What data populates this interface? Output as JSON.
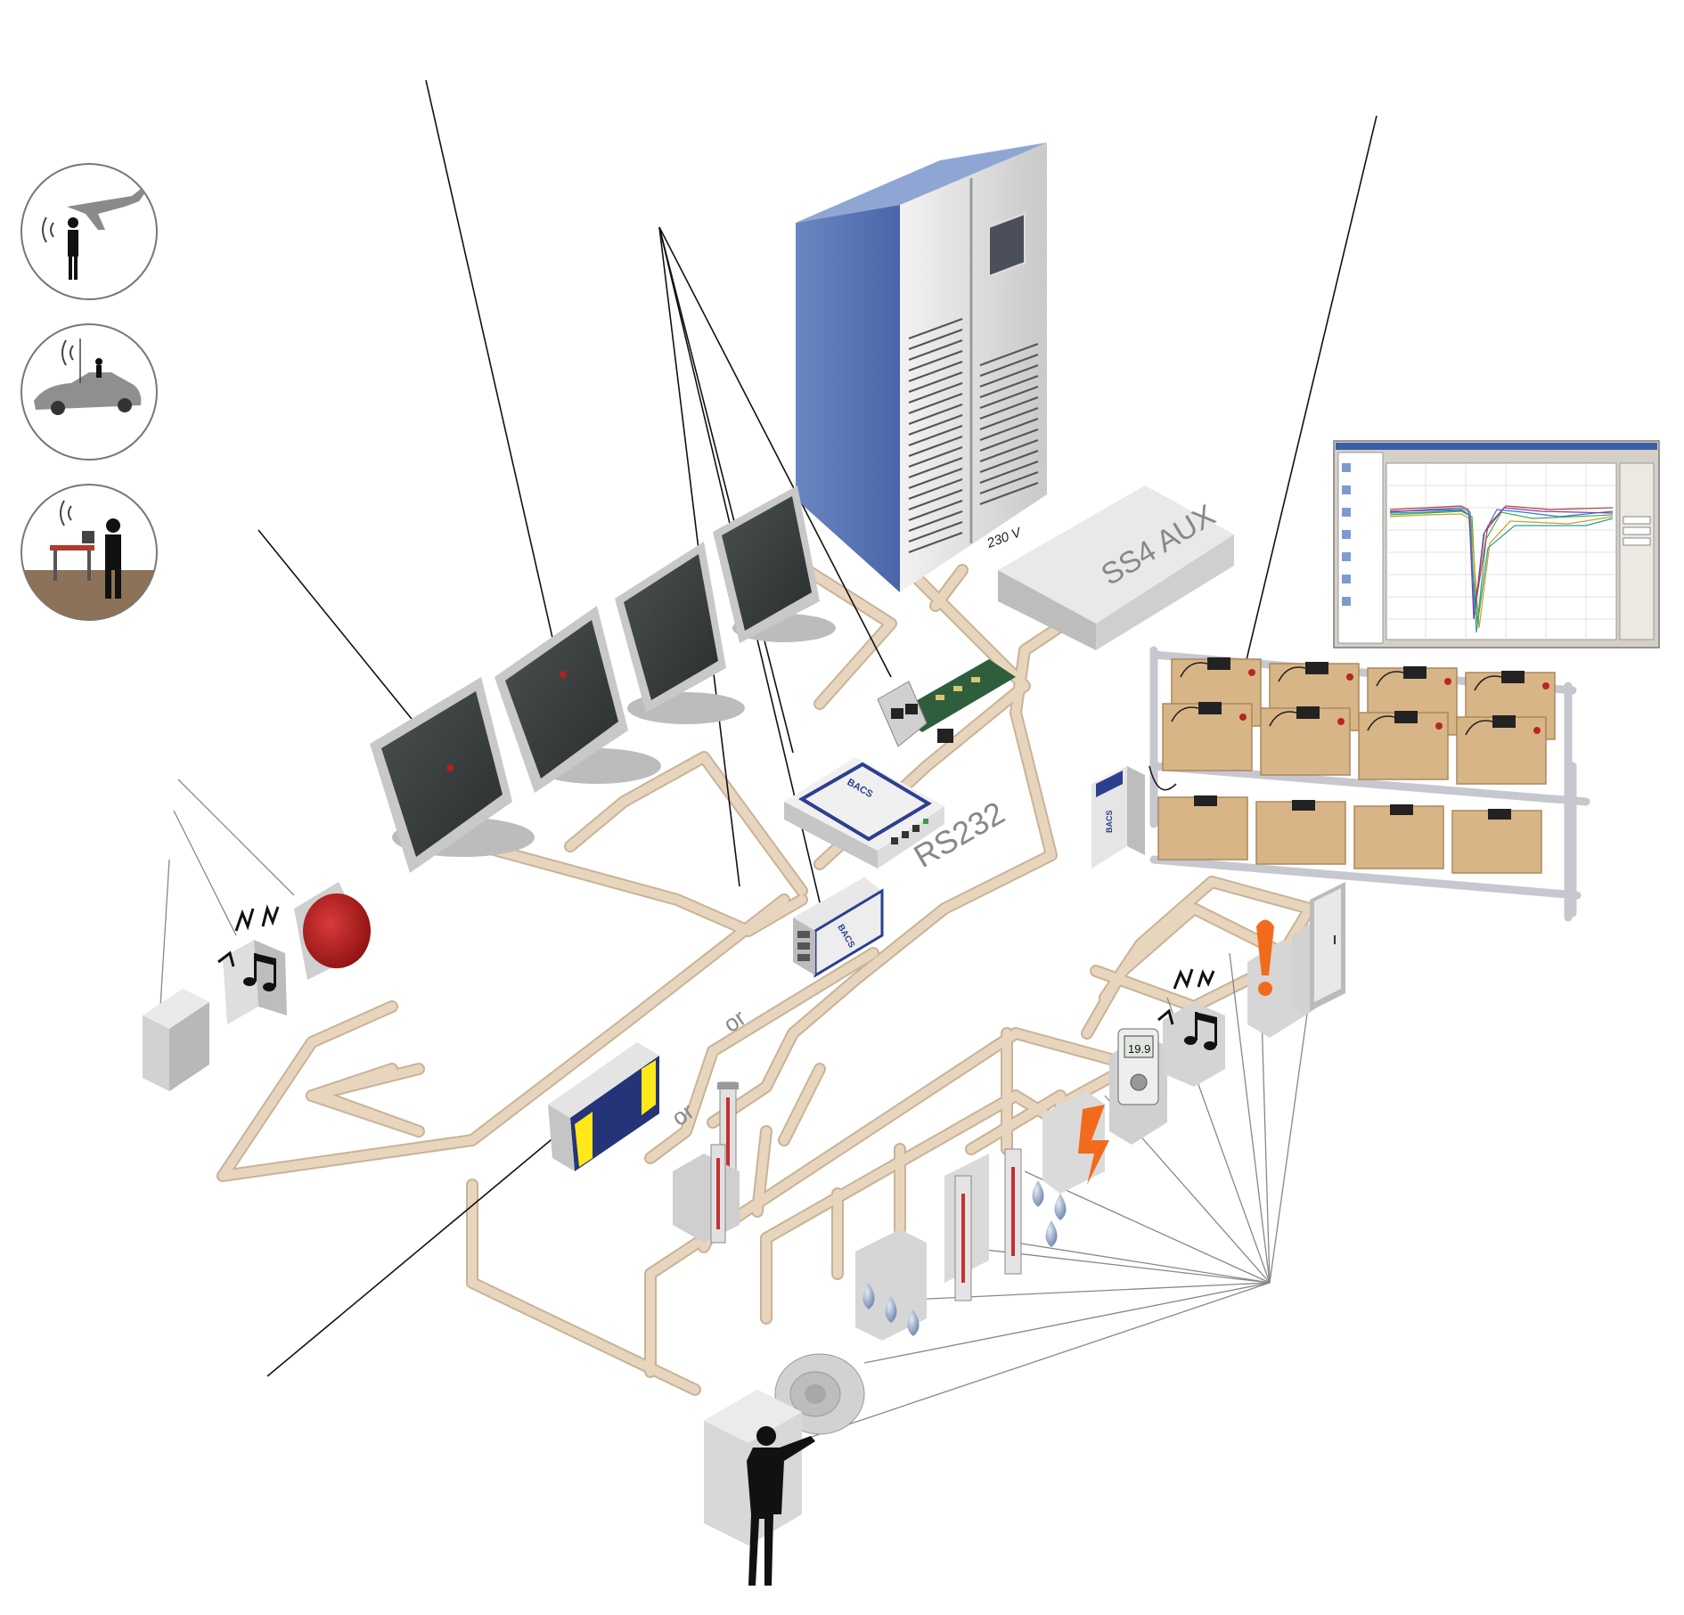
{
  "labels": {
    "ss4_aux": "SS4 AUX",
    "voltage": "230 V",
    "rs232": "RS232",
    "or_upper": "or",
    "or_lower": "or",
    "bacs_module": "BACS",
    "bacs_converter": "BACS",
    "bacs_webmanager": "BACS",
    "thermometer_display": "19.9"
  },
  "colors": {
    "cable": "#e8d5bd",
    "cable_edge": "#c9b397",
    "ups_blue": "#5b79b8",
    "battery": "#d8b587",
    "alarm_red": "#b51f1f",
    "warning_orange": "#f26b1d",
    "monitor_screen": "#383d3d",
    "panel_navy": "#253478",
    "panel_yellow": "#ffe81a"
  },
  "icons": {
    "airplane_circle": "airplane-person-icon",
    "car_circle": "car-person-icon",
    "office_circle": "office-desk-person-icon"
  }
}
